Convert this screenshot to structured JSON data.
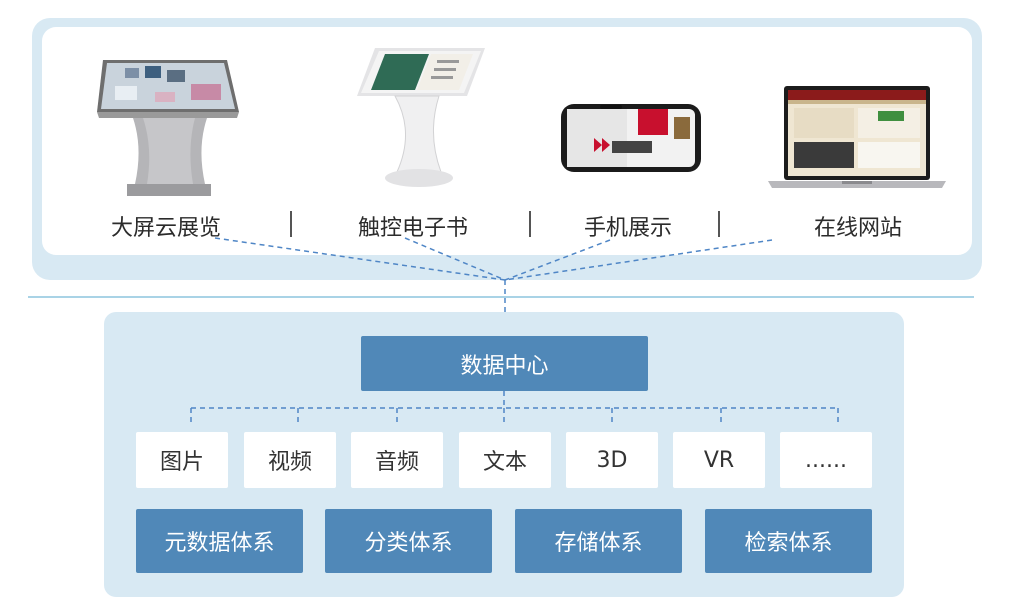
{
  "devices": [
    {
      "label": "大屏云展览",
      "icon": "kiosk-table-icon"
    },
    {
      "label": "触控电子书",
      "icon": "touch-kiosk-icon"
    },
    {
      "label": "手机展示",
      "icon": "smartphone-icon"
    },
    {
      "label": "在线网站",
      "icon": "laptop-icon"
    }
  ],
  "data_center": {
    "label": "数据中心"
  },
  "media_types": [
    "图片",
    "视频",
    "音频",
    "文本",
    "3D",
    "VR",
    "......"
  ],
  "systems": [
    "元数据体系",
    "分类体系",
    "存储体系",
    "检索体系"
  ],
  "colors": {
    "panel_bg": "#d8e9f3",
    "accent_box": "#5088b8",
    "dashed_line": "#4f86c6",
    "divider": "#a9d3e6"
  }
}
